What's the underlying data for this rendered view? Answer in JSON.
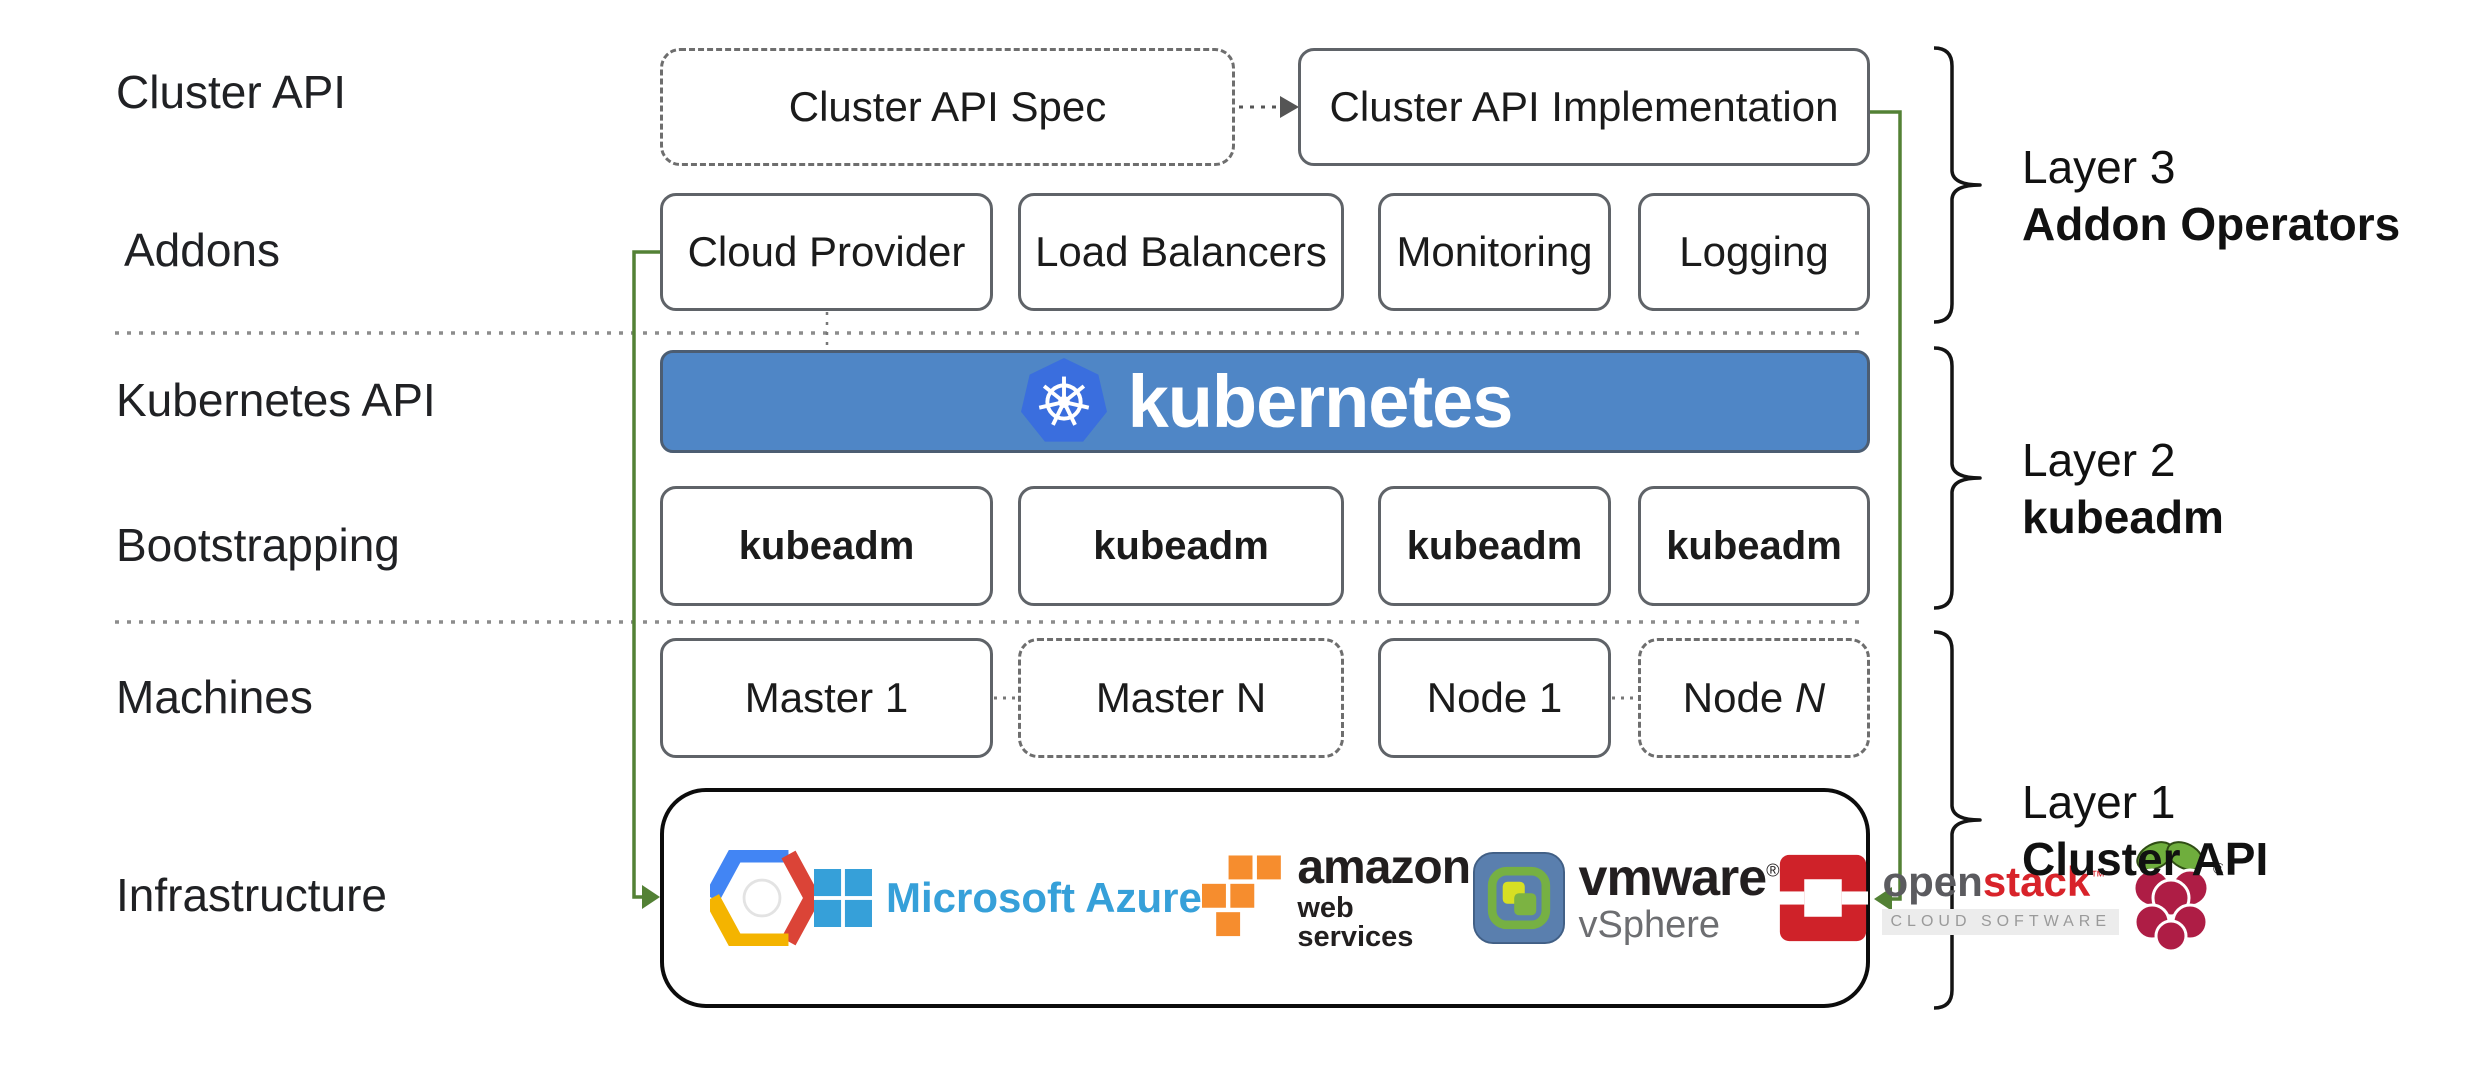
{
  "row_labels": [
    "Cluster API",
    "Addons",
    "Kubernetes API",
    "Bootstrapping",
    "Machines",
    "Infrastructure"
  ],
  "top_row": {
    "spec_label": "Cluster API Spec",
    "impl_label": "Cluster API Implementation"
  },
  "addons_row": [
    "Cloud Provider",
    "Load Balancers",
    "Monitoring",
    "Logging"
  ],
  "banner": {
    "label": "kubernetes"
  },
  "bootstrap_row": [
    "kubeadm",
    "kubeadm",
    "kubeadm",
    "kubeadm"
  ],
  "machines_row": [
    {
      "label": "Master 1"
    },
    {
      "label": "Master N"
    },
    {
      "label": "Node 1"
    },
    {
      "label": "Node ",
      "n": "N"
    }
  ],
  "infrastructure": {
    "providers": [
      {
        "name": "Google Cloud Platform"
      },
      {
        "name": "Microsoft Azure",
        "text": "Microsoft Azure"
      },
      {
        "name": "Amazon Web Services",
        "text": "amazon",
        "subtext": "web services"
      },
      {
        "name": "VMware vSphere",
        "text": "vmware",
        "mark": "®",
        "subtext": "vSphere"
      },
      {
        "name": "OpenStack",
        "text_open": "open",
        "text_stack": "stack",
        "mark": "™",
        "subtext": "CLOUD SOFTWARE"
      },
      {
        "name": "Raspberry Pi",
        "mark": "®"
      }
    ]
  },
  "layers": [
    {
      "line1": "Layer 3",
      "line2": "Addon Operators"
    },
    {
      "line1": "Layer 2",
      "line2": "kubeadm"
    },
    {
      "line1": "Layer 1",
      "line2": "Cluster API"
    }
  ],
  "colors": {
    "banner_blue": "#4f86c6",
    "kubernetes_logo_blue": "#3a6ede",
    "arrow_green": "#538135",
    "box_border": "#5f6368",
    "dashed_border": "#6e6e6e",
    "infra_border": "#0c0c0c",
    "azure_blue": "#36a0d9",
    "aws_orange": "#f68d2e",
    "openstack_red": "#d8232a",
    "raspberry_red": "#ae1d45",
    "leaf_green": "#6fae3d"
  }
}
